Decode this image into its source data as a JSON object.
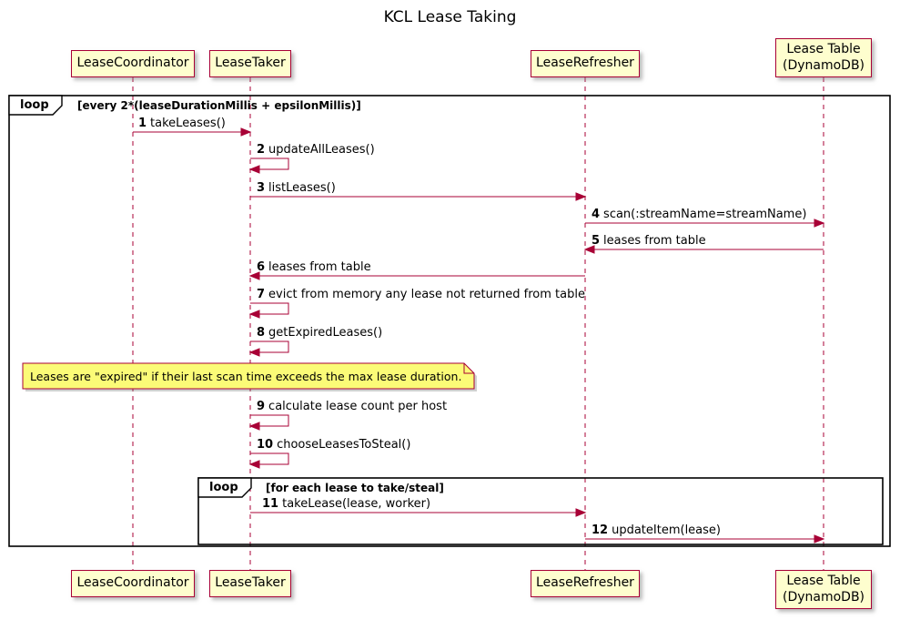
{
  "title": "KCL Lease Taking",
  "participants": [
    {
      "label": "LeaseCoordinator"
    },
    {
      "label": "LeaseTaker"
    },
    {
      "label": "LeaseRefresher"
    },
    {
      "label": "Lease Table\n(DynamoDB)"
    }
  ],
  "outer_loop": {
    "label": "loop",
    "condition": "[every 2*(leaseDurationMillis + epsilonMillis)]"
  },
  "inner_loop": {
    "label": "loop",
    "condition": "[for each lease to take/steal]"
  },
  "messages": [
    {
      "num": "1",
      "text": "takeLeases()"
    },
    {
      "num": "2",
      "text": "updateAllLeases()"
    },
    {
      "num": "3",
      "text": "listLeases()"
    },
    {
      "num": "4",
      "text": "scan(:streamName=streamName)"
    },
    {
      "num": "5",
      "text": "leases from table"
    },
    {
      "num": "6",
      "text": "leases from table"
    },
    {
      "num": "7",
      "text": "evict from memory any lease not returned from table"
    },
    {
      "num": "8",
      "text": "getExpiredLeases()"
    },
    {
      "num": "9",
      "text": "calculate lease count per host"
    },
    {
      "num": "10",
      "text": "chooseLeasesToSteal()"
    },
    {
      "num": "11",
      "text": "takeLease(lease, worker)"
    },
    {
      "num": "12",
      "text": "updateItem(lease)"
    }
  ],
  "note": {
    "text": "Leases are \"expired\" if their last scan time exceeds the max lease duration."
  },
  "colors": {
    "participant_fill": "#FEFECE",
    "stroke": "#A80036",
    "note_fill": "#FBFB77",
    "frame_stroke": "#000000"
  }
}
